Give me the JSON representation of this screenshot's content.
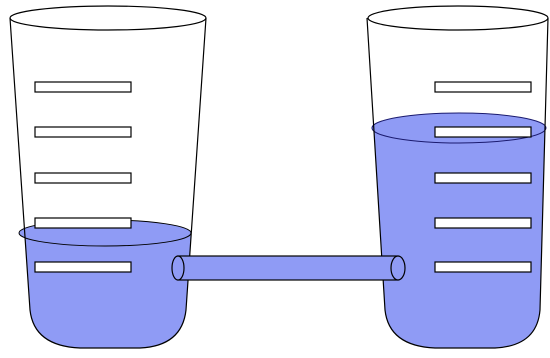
{
  "diagram": {
    "colors": {
      "water": "#8f9bf5",
      "water_edge": "#1a1a6e",
      "outline": "#000000",
      "background": "#ffffff"
    },
    "left_container": {
      "graduation_marks": 5,
      "water_level_fraction": 0.25
    },
    "right_container": {
      "graduation_marks": 5,
      "water_level_fraction": 0.72
    },
    "connecting_tube": true
  }
}
